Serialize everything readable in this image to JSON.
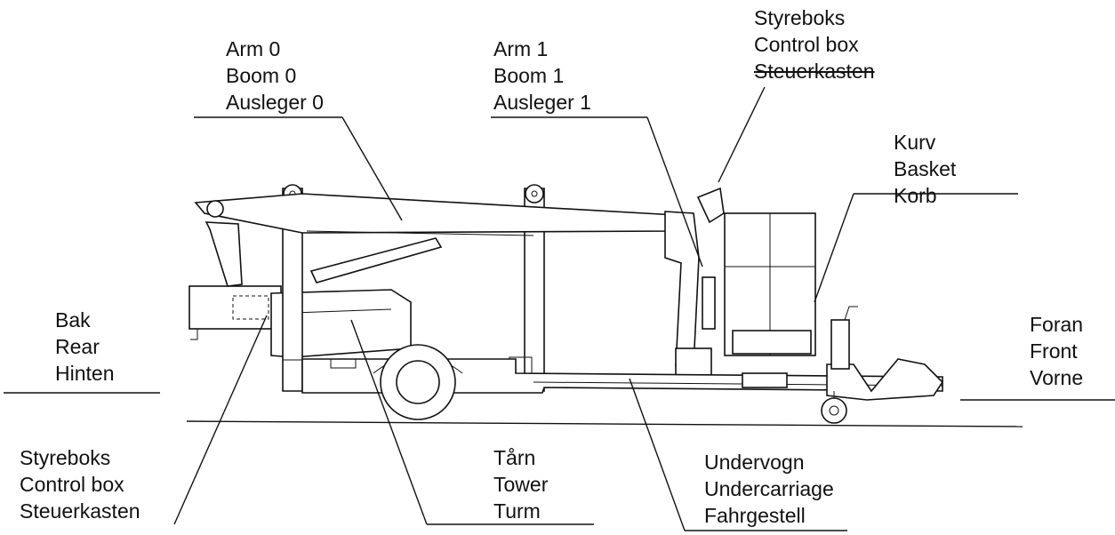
{
  "labels": {
    "arm0": [
      "Arm 0",
      "Boom 0",
      "Ausleger 0"
    ],
    "arm1": [
      "Arm 1",
      "Boom 1",
      "Ausleger 1"
    ],
    "control_box_top": [
      "Styreboks",
      "Control box",
      "Steuerkasten"
    ],
    "basket": [
      "Kurv",
      "Basket",
      "Korb"
    ],
    "rear": [
      "Bak",
      "Rear",
      "Hinten"
    ],
    "front": [
      "Foran",
      "Front",
      "Vorne"
    ],
    "control_box_bottom": [
      "Styreboks",
      "Control box",
      "Steuerkasten"
    ],
    "tower": [
      "Tårn",
      "Tower",
      "Turm"
    ],
    "undercarriage": [
      "Undervogn",
      "Undercarriage",
      "Fahrgestell"
    ]
  }
}
